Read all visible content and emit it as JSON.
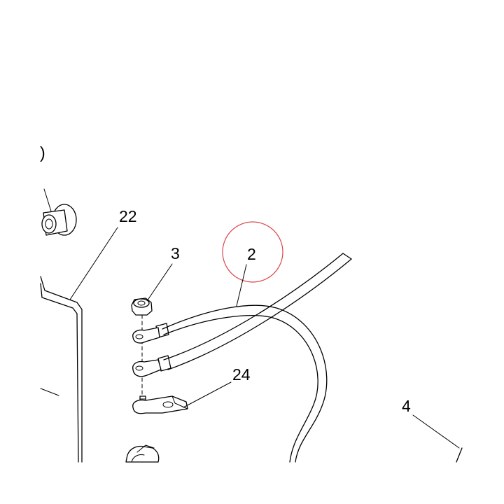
{
  "diagram": {
    "callouts": {
      "partial_left": ")",
      "bracket_22": "22",
      "nut_3": "3",
      "cable_2": "2",
      "plate_24": "24",
      "part_4": "4"
    },
    "highlight_color": "#d9444a",
    "line_color": "#000000",
    "background": "#ffffff"
  }
}
